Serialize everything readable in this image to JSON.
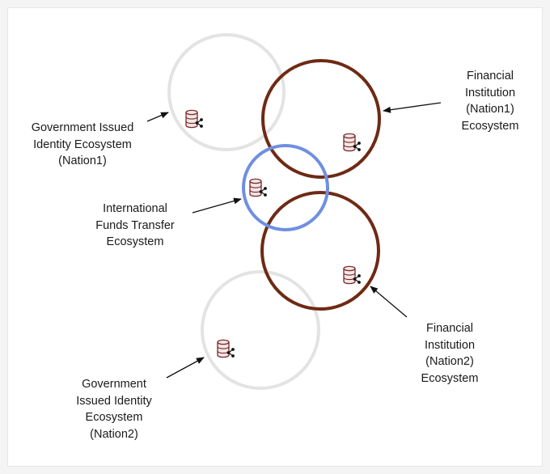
{
  "colors": {
    "government_ring": "#e3e3e3",
    "financial_ring": "#6e2a14",
    "transfer_ring": "#6f8fe0",
    "arrow": "#111111",
    "database_icon_stroke": "#7a2a2a",
    "database_icon_fill": "#f4e6e6",
    "background": "#ffffff"
  },
  "icons": {
    "ecosystem_node": "database-share-icon",
    "pointer": "arrow-icon"
  },
  "labels": {
    "gov_nation1": [
      "Government Issued",
      "Identity Ecosystem",
      "(Nation1)"
    ],
    "fin_nation1": [
      "Financial",
      "Institution",
      "(Nation1)",
      "Ecosystem"
    ],
    "transfer": [
      "International",
      "Funds Transfer",
      "Ecosystem"
    ],
    "fin_nation2": [
      "Financial",
      "Institution",
      "(Nation2)",
      "Ecosystem"
    ],
    "gov_nation2": [
      "Government",
      "Issued Identity",
      "Ecosystem",
      "(Nation2)"
    ]
  }
}
